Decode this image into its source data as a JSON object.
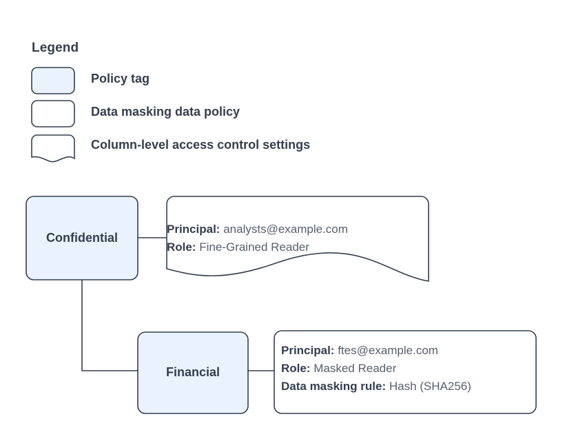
{
  "legend": {
    "title": "Legend",
    "items": [
      {
        "label": "Policy tag",
        "shape": "rounded-rect-filled",
        "swatch_icon": "policy-tag-swatch-icon"
      },
      {
        "label": "Data masking data policy",
        "shape": "rounded-rect-outline",
        "swatch_icon": "data-masking-policy-swatch-icon"
      },
      {
        "label": "Column-level access control settings",
        "shape": "wave-bottom-note",
        "swatch_icon": "access-control-note-swatch-icon"
      }
    ]
  },
  "diagram": {
    "nodes": [
      {
        "id": "confidential",
        "label": "Confidential",
        "type": "policy-tag"
      },
      {
        "id": "financial",
        "label": "Financial",
        "type": "policy-tag"
      }
    ],
    "callouts": [
      {
        "id": "confidential-settings",
        "shape": "wave-bottom-note",
        "attached_to": "confidential",
        "lines": [
          {
            "key": "Principal:",
            "value": "analysts@example.com"
          },
          {
            "key": "Role:",
            "value": "Fine-Grained Reader"
          }
        ]
      },
      {
        "id": "financial-policy",
        "shape": "rounded-rect-outline",
        "attached_to": "financial",
        "lines": [
          {
            "key": "Principal:",
            "value": "ftes@example.com"
          },
          {
            "key": "Role:",
            "value": "Masked Reader"
          },
          {
            "key": "Data masking rule:",
            "value": "Hash (SHA256)"
          }
        ]
      }
    ],
    "connectors": [
      {
        "id": "confidential-to-settings",
        "from": "confidential",
        "to": "confidential-settings"
      },
      {
        "id": "confidential-to-financial",
        "from": "confidential",
        "to": "financial"
      },
      {
        "id": "financial-to-policy",
        "from": "financial",
        "to": "financial-policy"
      }
    ]
  },
  "colors": {
    "tag_fill": "#eaf2fd",
    "stroke": "#333f4f",
    "note_fill": "#ffffff",
    "text": "#333f4f",
    "value_text": "#555f6d",
    "background": "#ffffff"
  }
}
